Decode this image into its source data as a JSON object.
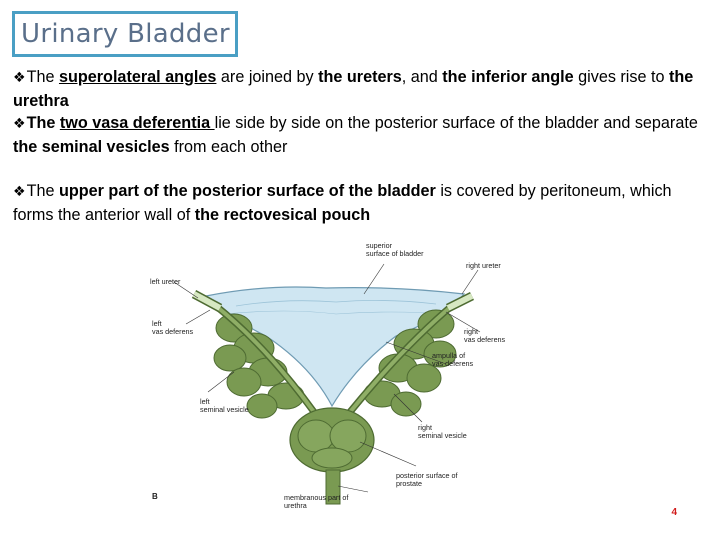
{
  "title": "Urinary Bladder",
  "bullet_marker": "❖",
  "bullets": [
    {
      "parts": [
        "The ",
        "superolateral angles",
        " are joined by ",
        "the ureters",
        ", and ",
        "the inferior angle",
        " gives rise to ",
        "the urethra"
      ]
    },
    {
      "parts": [
        "The ",
        "two vasa deferentia ",
        "lie side by side on the posterior surface of the bladder and separate ",
        "the seminal vesicles",
        " from each other"
      ]
    },
    {
      "parts": [
        "The ",
        "upper part of the  posterior surface of the bladder",
        " is covered by peritoneum, which forms the anterior wall of ",
        "the rectovesical pouch"
      ]
    }
  ],
  "figure": {
    "tag": "B",
    "labels": {
      "superior": "superior\nsurface of bladder",
      "left_ureter": "left ureter",
      "right_ureter": "right ureter",
      "left_vas": "left\nvas deferens",
      "right_vas": "right\nvas deferens",
      "ampulla": "ampulla of\nvas deferens",
      "left_vesicle": "left\nseminal vesicle",
      "right_vesicle": "right\nseminal vesicle",
      "posterior": "posterior surface of\nprostate",
      "urethra": "membranous part of\nurethra"
    },
    "colors": {
      "bladder": "#cfe6f2",
      "bladder_edge": "#6f9bb3",
      "vesicle": "#7a9a52",
      "vesicle_dark": "#4e6b32",
      "ureter": "#d7e8c2"
    }
  },
  "page_number": "4"
}
